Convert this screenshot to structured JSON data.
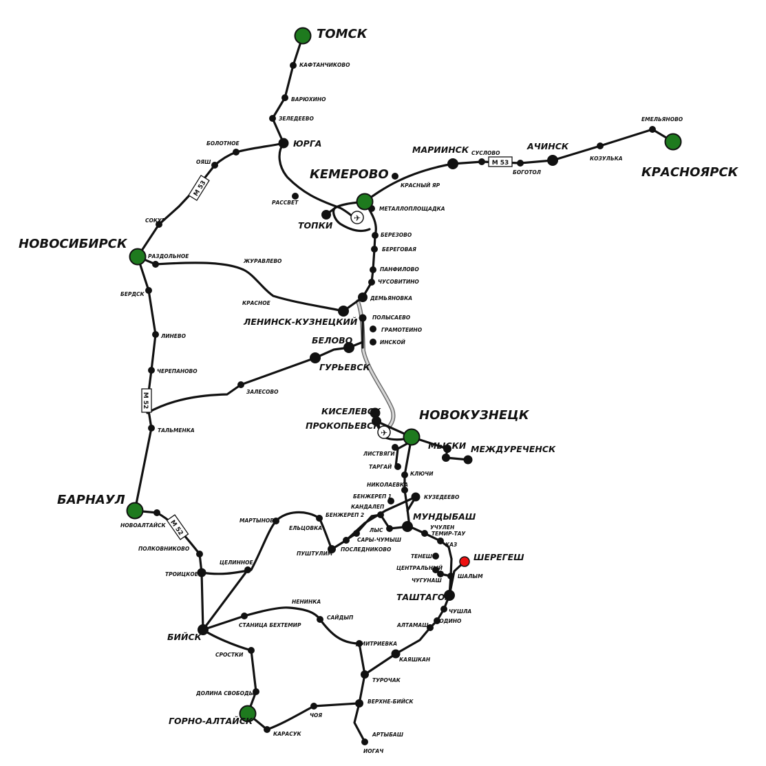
{
  "map": {
    "colors": {
      "road": "#111111",
      "railway": "#bbbbbb",
      "city": "#1e7a1e",
      "destination": "#ee1111"
    },
    "highway_labels": {
      "m53_a": "M 53",
      "m53_b": "M 53",
      "m52_a": "M 52",
      "m52_b": "M 52"
    },
    "airport_icon": "airplane-icon",
    "major_cities": {
      "tomsk": "ТОМСК",
      "kemerovo": "КЕМЕРОВО",
      "krasnoyarsk": "КРАСНОЯРСК",
      "novosibirsk": "НОВОСИБИРСК",
      "novokuznetsk": "НОВОКУЗНЕЦК",
      "barnaul": "БАРНАУЛ",
      "gorno_altaysk": "ГОРНО-АЛТАЙСК"
    },
    "towns": {
      "yurga": "ЮРГА",
      "mariinsk": "МАРИИНСК",
      "achinsk": "АЧИНСК",
      "topki": "ТОПКИ",
      "leninsk": "ЛЕНИНСК-КУЗНЕЦКИЙ",
      "belovo": "БЕЛОВО",
      "guryevsk": "ГУРЬЕВСК",
      "kiselevsk": "КИСЕЛЕВСК",
      "prokopyevsk": "ПРОКОПЬЕВСК",
      "myski": "МЫСКИ",
      "mezhdurechensk": "МЕЖДУРЕЧЕНСК",
      "mundybash": "МУНДЫБАШ",
      "sheregesh": "ШЕРЕГЕШ",
      "tashtagol": "ТАШТАГОЛ",
      "biysk": "БИЙСК"
    },
    "villages": {
      "kaftanchikovo": "КАФТАНЧИКОВО",
      "varyukhino": "ВАРЮХИНО",
      "zeledeevo": "ЗЕЛЕДЕЕВО",
      "bolotnoe": "БОЛОТНОЕ",
      "oyash": "ОЯШ",
      "sokur": "СОКУР",
      "rassvet": "РАССВЕТ",
      "krasny_yar": "КРАСНЫЙ ЯР",
      "suslovo": "СУСЛОВО",
      "bogotol": "БОГОТОЛ",
      "kozulka": "КОЗУЛЬКА",
      "emelyanovo": "ЕМЕЛЬЯНОВО",
      "metallploshchadka": "МЕТАЛЛОПЛОЩАДКА",
      "berezovo": "БЕРЕЗОВО",
      "beregovaya": "БЕРЕГОВАЯ",
      "panfilovo": "ПАНФИЛОВО",
      "chusovitino": "ЧУСОВИТИНО",
      "demyanovka": "ДЕМЬЯНОВКА",
      "polysaevo": "ПОЛЫСАЕВО",
      "gramoteino": "ГРАМОТЕИНО",
      "inskoy": "ИНСКОЙ",
      "razdolnoe": "РАЗДОЛЬНОЕ",
      "zhuravlevo": "ЖУРАВЛЕВО",
      "krasnoe": "КРАСНОЕ",
      "berdsk": "БЕРДСК",
      "linevo": "ЛИНЕВО",
      "cherepanovo": "ЧЕРЕПАНОВО",
      "zalesovo": "ЗАЛЕСОВО",
      "talmenka": "ТАЛЬМЕНКА",
      "listvyagi": "ЛИСТВЯГИ",
      "targay": "ТАРГАЙ",
      "klyuchi": "КЛЮЧИ",
      "nikolaevka": "НИКОЛАЕВКА",
      "benzherep1": "БЕНЖЕРЕП 1",
      "kuzedeevo": "КУЗЕДЕЕВО",
      "kandalep": "КАНДАЛЕП",
      "benzherep2": "БЕНЖЕРЕП 2",
      "lys": "ЛЫС",
      "sary_chumysh": "САРЫ-ЧУМЫШ",
      "poslednikovo": "ПОСЛЕДНИКОВО",
      "pushtulim": "ПУШТУЛИМ",
      "eltsovka": "ЕЛЬЦОВКА",
      "martynovo": "МАРТЫНОВО",
      "novoaltaysk": "НОВОАЛТАЙСК",
      "polkovnikovo": "ПОЛКОВНИКОВО",
      "troitskoe": "ТРОИЦКОЕ",
      "tselinnoe": "ЦЕЛИННОЕ",
      "uchulen": "УЧУЛЕН",
      "temir_tau": "ТЕМИР-ТАУ",
      "kaz": "КАЗ",
      "tenesh": "ТЕНЕШ",
      "tsentralny": "ЦЕНТРАЛЬНЫЙ",
      "chugunash": "ЧУГУНАШ",
      "shalym": "ШАЛЫМ",
      "chushla": "ЧУШЛА",
      "altamash": "АЛТАМАШ",
      "yudino": "ЮДИНО",
      "neninka": "НЕНИНКА",
      "saydyp": "САЙДЫП",
      "stanitsa": "СТАНИЦА БЕХТЕМИР",
      "dmitrievka": "ДМИТРИЕВКА",
      "kayashkan": "КАЯШКАН",
      "srostki": "СРОСТКИ",
      "turochak": "ТУРОЧАК",
      "dolina": "ДОЛИНА СВОБОДЫ",
      "verkhne_biysk": "ВЕРХНЕ-БИЙСК",
      "choya": "ЧОЯ",
      "karasuk": "КАРАСУК",
      "artybash": "АРТЫБАШ",
      "iogach": "ИОГАЧ"
    }
  }
}
